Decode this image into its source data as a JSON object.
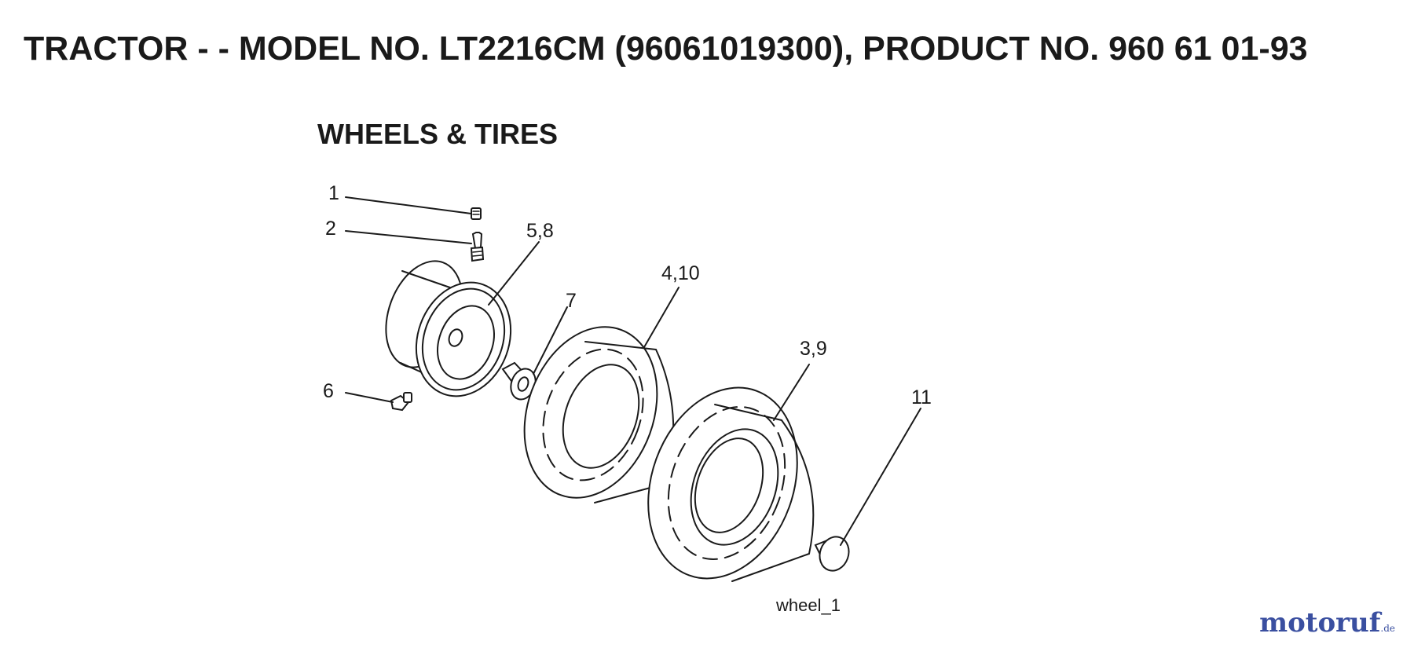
{
  "header": {
    "title": "TRACTOR - - MODEL NO. LT2216CM (96061019300), PRODUCT NO. 960 61 01-93"
  },
  "section": {
    "title": "WHEELS & TIRES"
  },
  "callouts": [
    "1",
    "2",
    "5,8",
    "7",
    "4,10",
    "3,9",
    "6",
    "11"
  ],
  "figure_id": "wheel_1",
  "watermark": {
    "brand": "motoruf",
    "suffix": ".de",
    "colors": {
      "primary": "#3a4fa0",
      "accent": "#c0392b"
    }
  }
}
